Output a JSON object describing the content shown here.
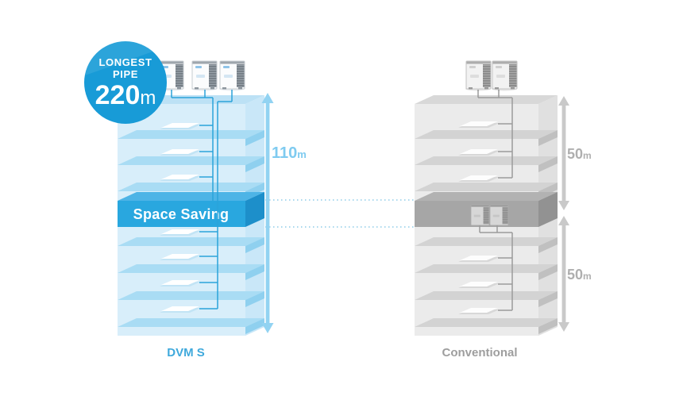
{
  "diagram": {
    "badge": {
      "title_line1": "LONGEST",
      "title_line2": "PIPE",
      "value": "220",
      "unit": "m"
    },
    "dvm_building": {
      "name": "DVM S",
      "band_label": "Space Saving",
      "total_height_value": "110",
      "total_height_unit": "m"
    },
    "conventional_building": {
      "name": "Conventional",
      "upper_section_value": "50",
      "upper_section_unit": "m",
      "lower_section_value": "50",
      "lower_section_unit": "m"
    }
  },
  "colors": {
    "badge_blue": "#189BD7",
    "band_blue": "#29A7DF",
    "floor_light_blue": "#D8EEFA",
    "floor_light_gray": "#EBEBEB",
    "dvm_label_blue": "#3FA9DC",
    "conventional_label_gray": "#9E9E9E",
    "arrow_blue": "#92D3F2",
    "arrow_gray": "#C9C9C9"
  }
}
